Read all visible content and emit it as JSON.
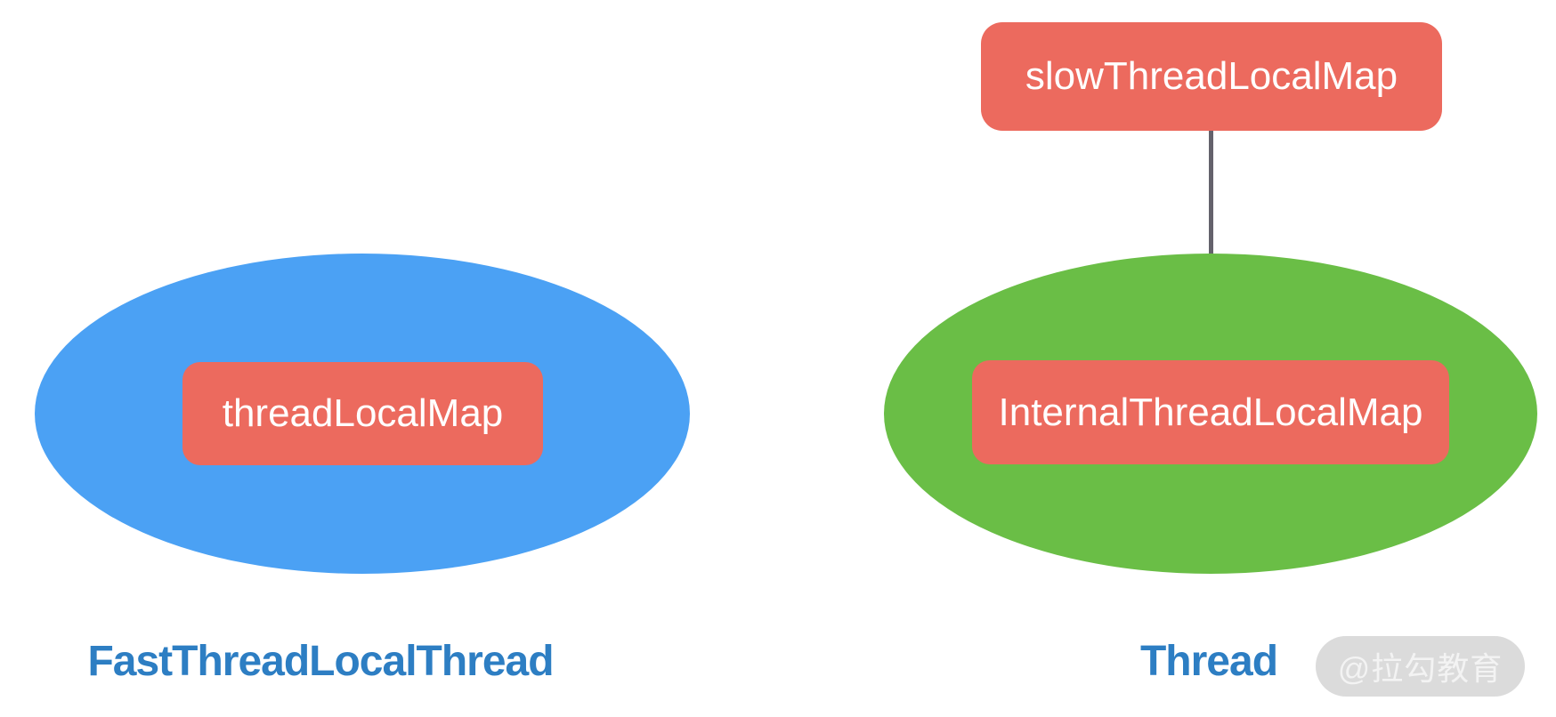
{
  "diagram": {
    "left_group": {
      "inner_box_label": "threadLocalMap",
      "caption": "FastThreadLocalThread"
    },
    "right_group": {
      "top_box_label": "slowThreadLocalMap",
      "inner_box_label": "InternalThreadLocalMap",
      "caption": "Thread",
      "arrow": "down-arrow from slowThreadLocalMap to InternalThreadLocalMap"
    },
    "watermark": "@拉勾教育"
  },
  "colors": {
    "blue_ellipse": "#4BA1F4",
    "green_ellipse": "#6ABE46",
    "salmon": "#EC6A5E",
    "arrow_grey": "#64626C",
    "caption_blue": "#2D7EC3",
    "watermark_bg": "#DBDBDB",
    "watermark_text": "#F3F3F3",
    "background": "#FFFFFF"
  }
}
